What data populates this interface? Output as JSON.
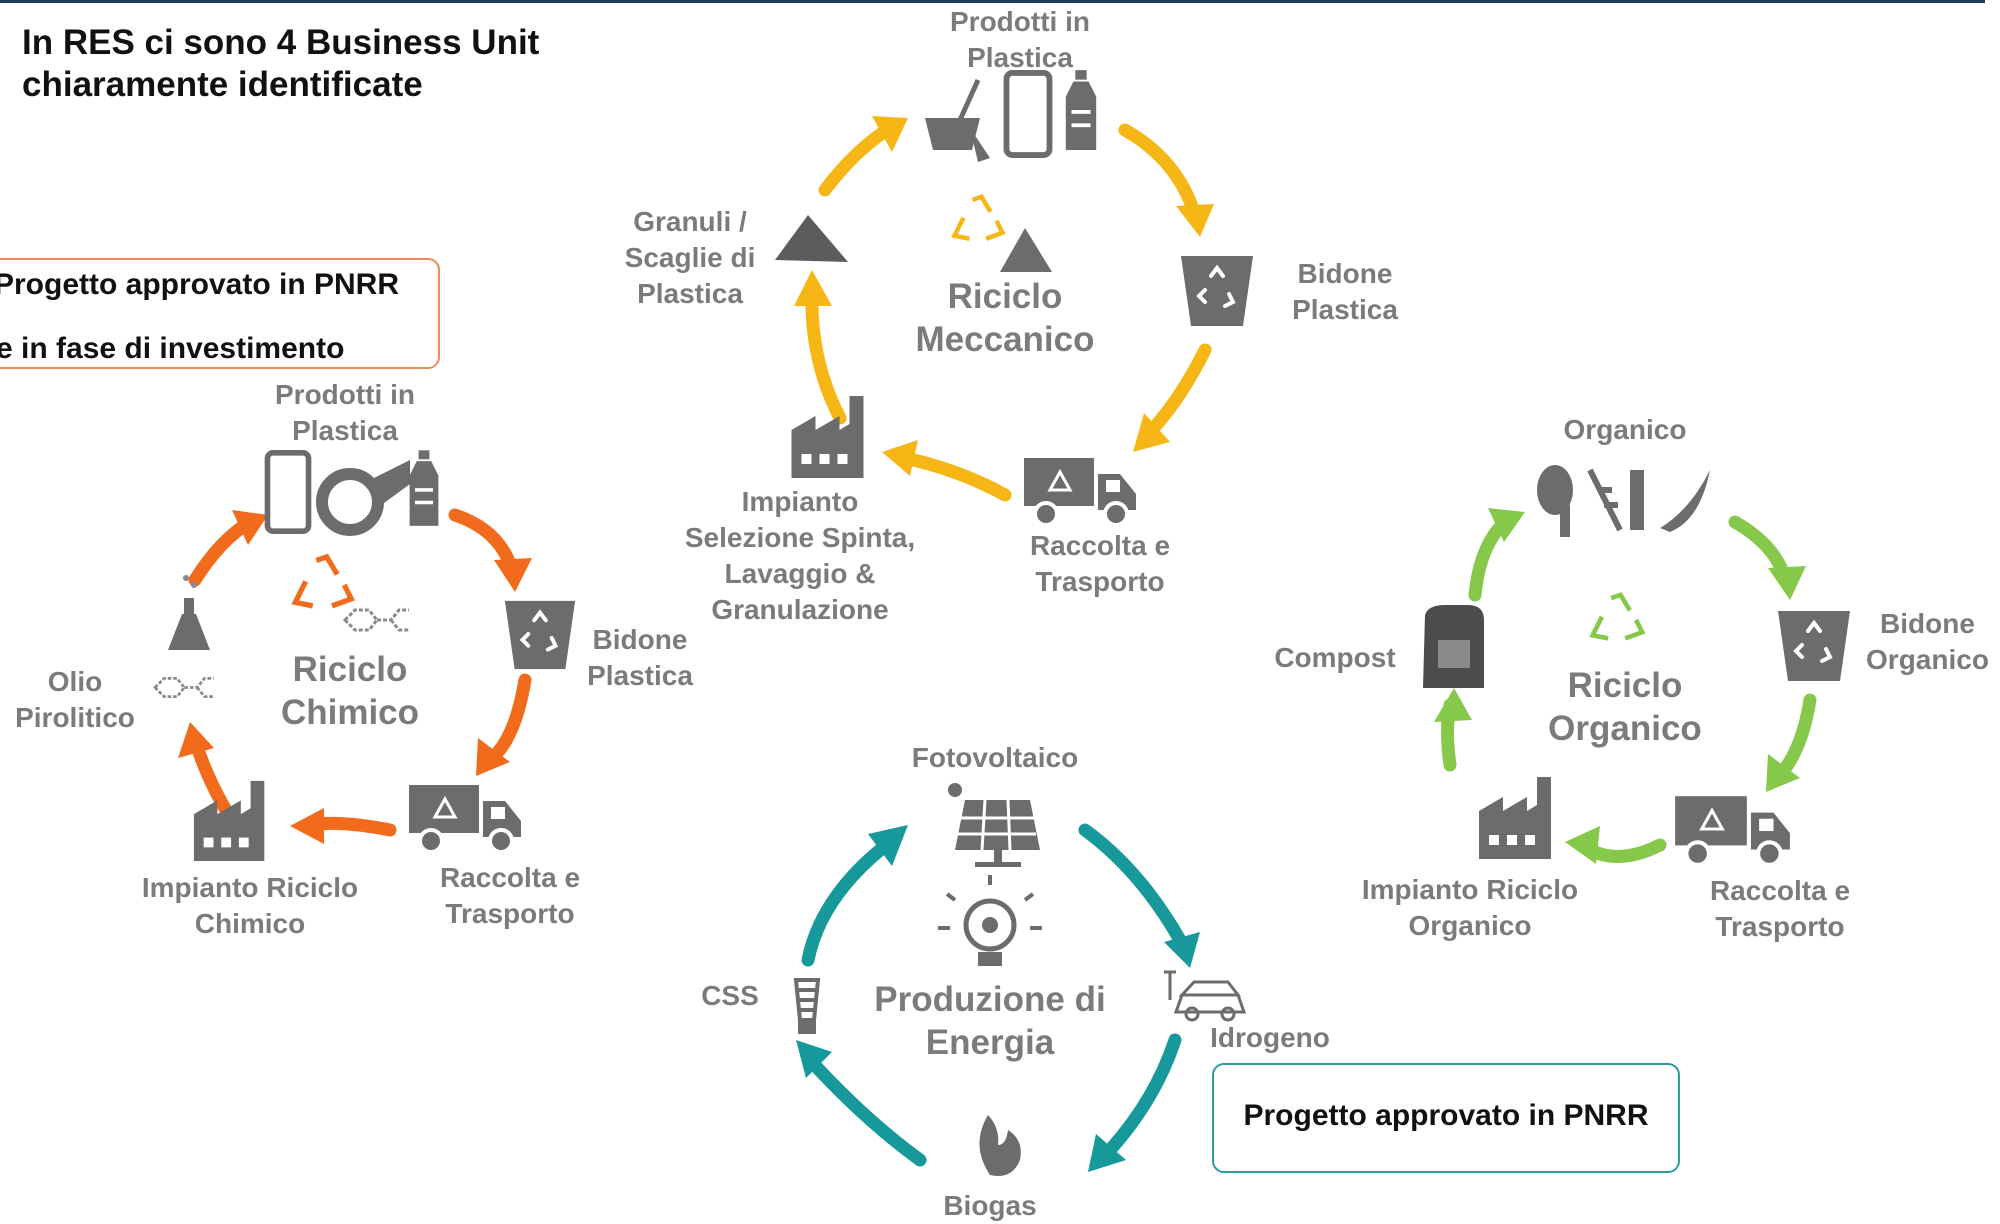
{
  "title": {
    "line1": "In RES ci sono 4 Business Unit",
    "line2": "chiaramente identificate"
  },
  "callouts": {
    "orange": {
      "line1": "Progetto approvato in PNRR",
      "line2": "e in fase di investimento"
    },
    "teal": {
      "line1": "Progetto approvato in PNRR"
    }
  },
  "colors": {
    "mechanical": "#f6b716",
    "chemical": "#f26a1b",
    "organic": "#85c84a",
    "energy": "#17999b",
    "icon_gray": "#6c6c6c",
    "label_gray": "#7b7b7b"
  },
  "cycles": {
    "mechanical": {
      "center": [
        "Riciclo",
        "Meccanico"
      ],
      "steps": {
        "products": [
          "Prodotti in",
          "Plastica"
        ],
        "bin": [
          "Bidone",
          "Plastica"
        ],
        "transport": [
          "Raccolta e",
          "Trasporto"
        ],
        "plant": [
          "Impianto",
          "Selezione Spinta,",
          "Lavaggio &",
          "Granulazione"
        ],
        "granules": [
          "Granuli /",
          "Scaglie di",
          "Plastica"
        ]
      },
      "icons": [
        "bucket-icon",
        "phone-icon",
        "bottle-icon",
        "recycle-icon",
        "granules-icon",
        "bin-icon",
        "truck-icon",
        "factory-icon"
      ]
    },
    "chemical": {
      "center": [
        "Riciclo",
        "Chimico"
      ],
      "steps": {
        "products": [
          "Prodotti in",
          "Plastica"
        ],
        "bin": [
          "Bidone",
          "Plastica"
        ],
        "transport": [
          "Raccolta e",
          "Trasporto"
        ],
        "plant": [
          "Impianto Riciclo",
          "Chimico"
        ],
        "oil": [
          "Olio",
          "Pirolitico"
        ]
      },
      "icons": [
        "phone-icon",
        "tape-icon",
        "bottle-icon",
        "recycle-icon",
        "molecule-icon",
        "bin-icon",
        "truck-icon",
        "factory-icon",
        "flask-icon"
      ]
    },
    "organic": {
      "center": [
        "Riciclo",
        "Organico"
      ],
      "steps": {
        "organic": [
          "Organico"
        ],
        "bin": [
          "Bidone",
          "Organico"
        ],
        "transport": [
          "Raccolta e",
          "Trasporto"
        ],
        "plant": [
          "Impianto Riciclo",
          "Organico"
        ],
        "compost": [
          "Compost"
        ]
      },
      "icons": [
        "food-waste-icon",
        "recycle-leaf-icon",
        "bin-icon",
        "truck-icon",
        "factory-icon",
        "compost-bag-icon"
      ]
    },
    "energy": {
      "center": [
        "Produzione di",
        "Energia"
      ],
      "steps": {
        "pv": [
          "Fotovoltaico"
        ],
        "hydrogen": [
          "Idrogeno"
        ],
        "biogas": [
          "Biogas"
        ],
        "css": [
          "CSS"
        ]
      },
      "icons": [
        "solar-panel-icon",
        "lightbulb-gear-icon",
        "car-plug-icon",
        "flame-icon",
        "bulb-icon"
      ]
    }
  }
}
